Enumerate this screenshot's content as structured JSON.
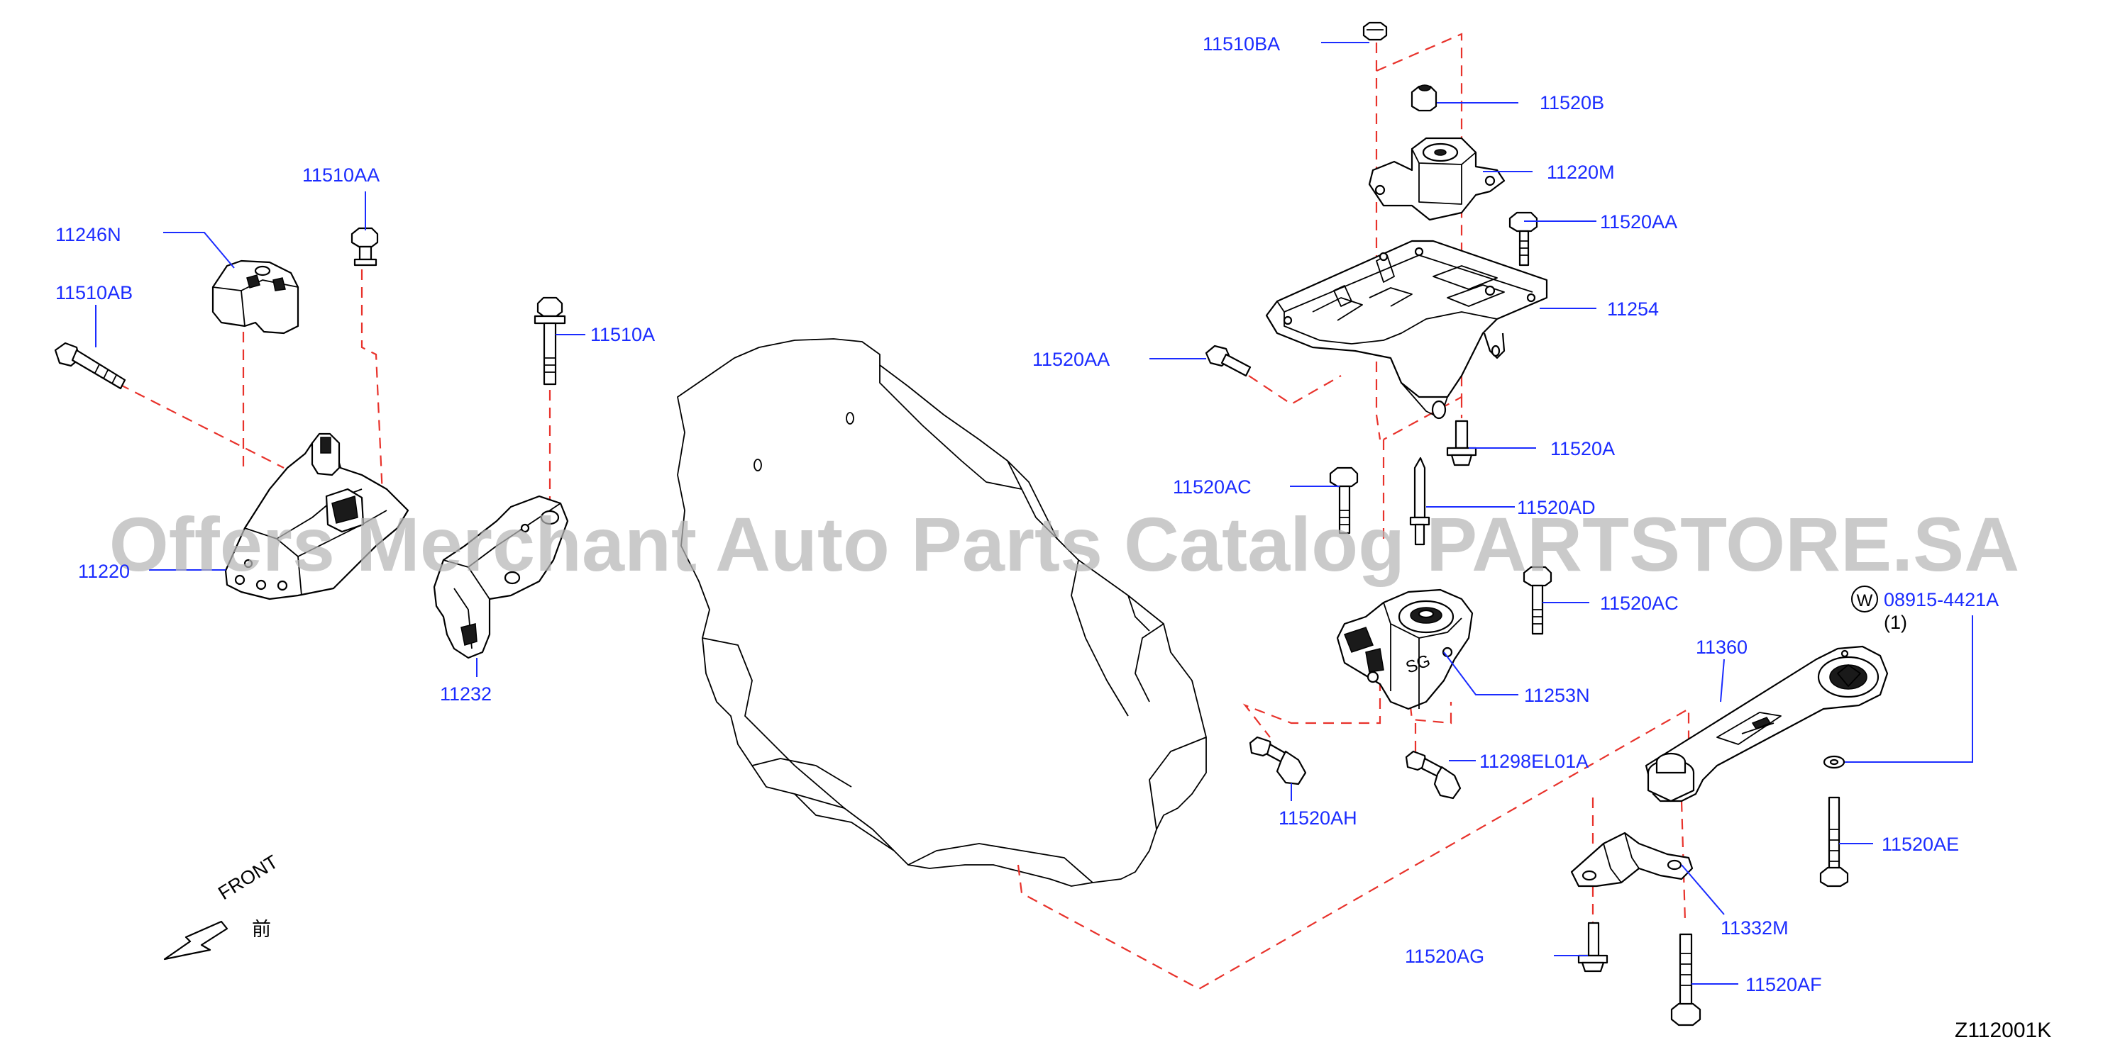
{
  "colors": {
    "label": "#1b2cff",
    "guide_line": "#e8322b",
    "part_line": "#000000",
    "watermark": "#b5b5b5",
    "background": "#ffffff"
  },
  "watermark": "Offers Merchant Auto Parts Catalog PARTSTORE.SA",
  "diagram_code": "Z112001K",
  "front_text": "FRONT",
  "front_kanji": "前",
  "washer_symbol": "W",
  "part_labels": [
    {
      "id": "11510BA",
      "text": "11510BA"
    },
    {
      "id": "11520B",
      "text": "11520B"
    },
    {
      "id": "11220M",
      "text": "11220M"
    },
    {
      "id": "11520AA-top",
      "text": "11520AA"
    },
    {
      "id": "11254",
      "text": "11254"
    },
    {
      "id": "11520AA-left",
      "text": "11520AA"
    },
    {
      "id": "11520A",
      "text": "11520A"
    },
    {
      "id": "11520AC-left",
      "text": "11520AC"
    },
    {
      "id": "11520AD",
      "text": "11520AD"
    },
    {
      "id": "11520AC-right",
      "text": "11520AC"
    },
    {
      "id": "08915-4421A",
      "text": "08915-4421A"
    },
    {
      "id": "08915-qty",
      "text": "(1)"
    },
    {
      "id": "11360",
      "text": "11360"
    },
    {
      "id": "11253N",
      "text": "11253N"
    },
    {
      "id": "11298EL01A",
      "text": "11298EL01A"
    },
    {
      "id": "11520AH",
      "text": "11520AH"
    },
    {
      "id": "11520AE",
      "text": "11520AE"
    },
    {
      "id": "11332M",
      "text": "11332M"
    },
    {
      "id": "11520AG",
      "text": "11520AG"
    },
    {
      "id": "11520AF",
      "text": "11520AF"
    },
    {
      "id": "11510AA",
      "text": "11510AA"
    },
    {
      "id": "11246N",
      "text": "11246N"
    },
    {
      "id": "11510AB",
      "text": "11510AB"
    },
    {
      "id": "11510A",
      "text": "11510A"
    },
    {
      "id": "11220",
      "text": "11220"
    },
    {
      "id": "11232",
      "text": "11232"
    }
  ]
}
